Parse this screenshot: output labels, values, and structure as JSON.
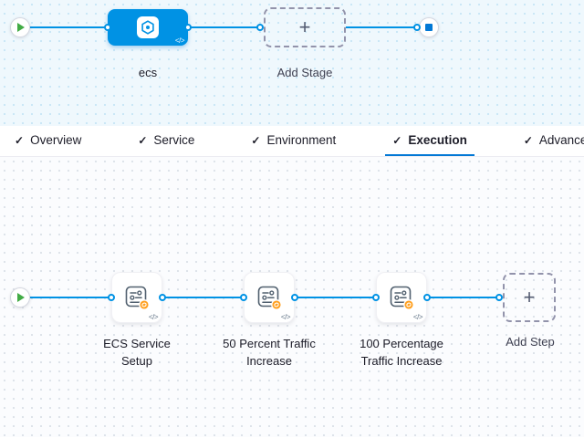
{
  "stage_pipeline": {
    "stage_name": "ecs",
    "add_stage_label": "Add Stage"
  },
  "tabs": [
    {
      "label": "Overview",
      "checked": true,
      "active": false
    },
    {
      "label": "Service",
      "checked": true,
      "active": false
    },
    {
      "label": "Environment",
      "checked": true,
      "active": false
    },
    {
      "label": "Execution",
      "checked": true,
      "active": true
    },
    {
      "label": "Advanced",
      "checked": true,
      "active": false
    }
  ],
  "execution": {
    "steps": [
      {
        "name": "ECS Service Setup"
      },
      {
        "name": "50 Percent Traffic Increase"
      },
      {
        "name": "100 Percentage Traffic Increase"
      }
    ],
    "add_step_label": "Add Step"
  },
  "icons": {
    "check": "✓",
    "plus": "+",
    "code": "</>"
  },
  "colors": {
    "accent_blue": "#0092e4",
    "tab_underline": "#0278d5",
    "play_green": "#42ab45",
    "stop_blue": "#0278d5",
    "badge_orange": "#ff9f1e",
    "dashed_border": "#9293ab"
  }
}
